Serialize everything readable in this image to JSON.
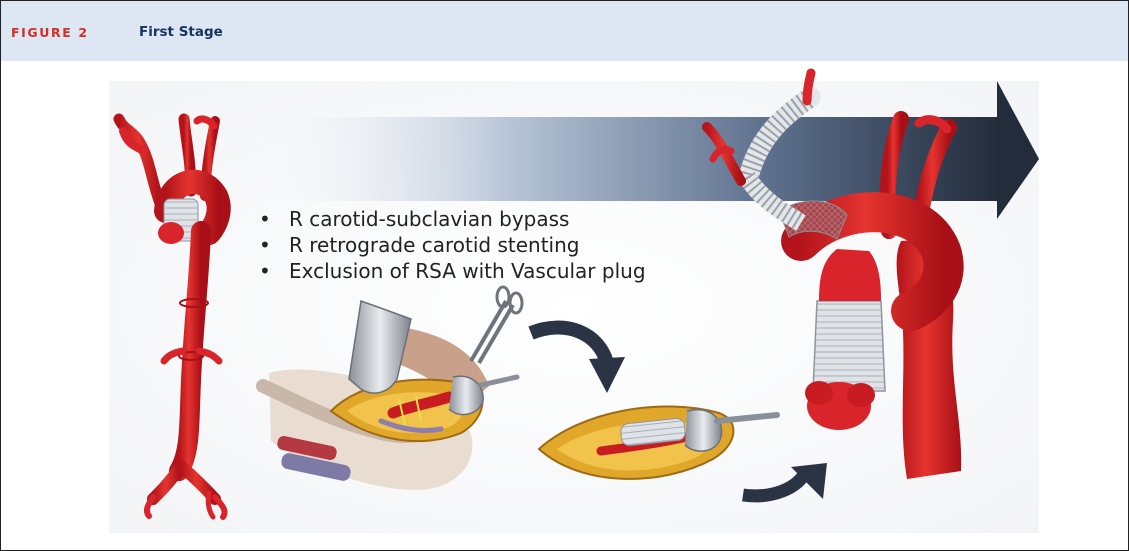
{
  "figure": {
    "label": "FIGURE 2",
    "title": "First Stage"
  },
  "bullets": [
    "R carotid-subclavian bypass",
    "R retrograde carotid stenting",
    "Exclusion of RSA with Vascular plug"
  ],
  "colors": {
    "header_bg": "#dde7f3",
    "figure_label": "#d92b1f",
    "figure_title": "#17325c",
    "aorta_red": "#d8242a",
    "arrow_dark": "#2a3444",
    "graft_grey": "#d6dbe0"
  }
}
